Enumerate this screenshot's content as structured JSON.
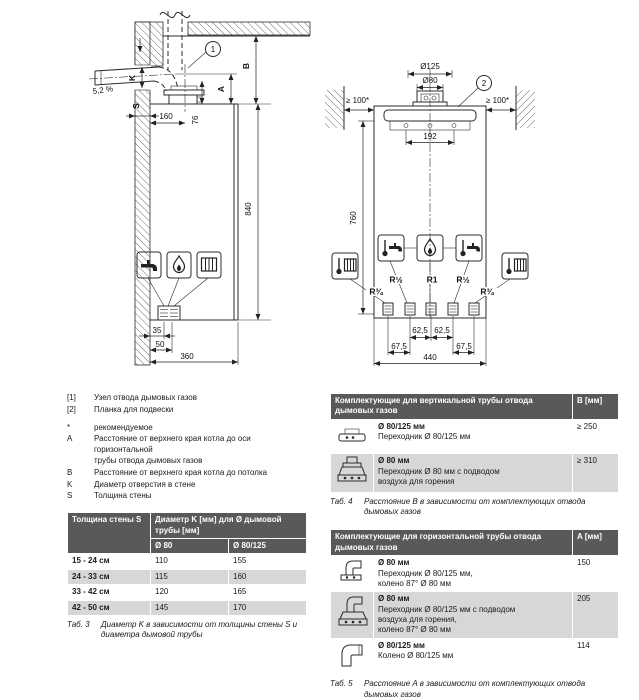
{
  "legend": {
    "items": [
      {
        "key": "[1]",
        "text": "Узел отвода дымовых газов"
      },
      {
        "key": "[2]",
        "text": "Планка для подвески"
      },
      {
        "key": "*",
        "text": "рекомендуемое"
      },
      {
        "key": "A",
        "text": "Расстояние от верхнего края котла до оси горизонтальной\nтрубы отвода дымовых газов"
      },
      {
        "key": "B",
        "text": "Расстояние от верхнего края котла до потолка"
      },
      {
        "key": "K",
        "text": "Диаметр отверстия в стене"
      },
      {
        "key": "S",
        "text": "Толщина стены"
      }
    ]
  },
  "table3": {
    "col1_header": "Толщина стены S",
    "span_header": "Диаметр K [мм] для Ø дымовой трубы [мм]",
    "sub_headers": [
      "Ø 80",
      "Ø 80/125"
    ],
    "rows": [
      [
        "15 - 24 см",
        "110",
        "155"
      ],
      [
        "24 - 33 см",
        "115",
        "160"
      ],
      [
        "33 - 42 см",
        "120",
        "165"
      ],
      [
        "42 - 50 см",
        "145",
        "170"
      ]
    ],
    "caption_no": "Таб. 3",
    "caption": "Диаметр K в зависимости от толщины стены S и диаметра дымовой трубы"
  },
  "table4": {
    "title": "Комплектующие для вертикальной трубы отвода дымовых газов",
    "value_header": "B [мм]",
    "rows": [
      {
        "icon": "flue-adapter-80-125-icon",
        "name": "Ø 80/125 мм",
        "desc": "Переходник Ø 80/125 мм",
        "value": "≥ 250"
      },
      {
        "icon": "flue-adapter-80-air-icon",
        "name": "Ø 80 мм",
        "desc": "Переходник Ø 80 мм с подводом\nвоздуха для горения",
        "value": "≥ 310"
      }
    ],
    "caption_no": "Таб. 4",
    "caption": "Расстояние B в зависимости от комплектующих отвода дымовых газов"
  },
  "table5": {
    "title": "Комплектующие для горизонтальной трубы отвода дымовых газов",
    "value_header": "A [мм]",
    "rows": [
      {
        "icon": "elbow-adapter-80-125-icon",
        "name": "Ø 80 мм",
        "desc": "Переходник Ø 80/125 мм,\nколено 87° Ø 80 мм",
        "value": "150"
      },
      {
        "icon": "elbow-adapter-80-air-icon",
        "name": "Ø 80 мм",
        "desc": "Переходник Ø 80/125 мм с подводом\nвоздуха для горения,\nколено 87° Ø 80 мм",
        "value": "205"
      },
      {
        "icon": "elbow-80-125-icon",
        "name": "Ø 80/125 мм",
        "desc": "Колено Ø 80/125 мм",
        "value": "114"
      }
    ],
    "caption_no": "Таб. 5",
    "caption": "Расстояние A в зависимости от комплектующих отвода дымовых газов"
  },
  "diagram_left": {
    "callout_1": "1",
    "slope": "5,2 %",
    "dims": {
      "d160": "160",
      "d76": "76",
      "d840": "840",
      "d35": "35",
      "d50": "50",
      "d360": "360"
    },
    "letters": {
      "a": "A",
      "b": "B",
      "k": "K",
      "s": "S"
    },
    "icons": [
      "tap-icon",
      "flame-icon",
      "radiator-icon",
      "connection-block-icon"
    ]
  },
  "diagram_right": {
    "callout_2": "2",
    "dims": {
      "d125": "Ø125",
      "d80": "Ø80",
      "clearance_left": "≥ 100*",
      "clearance_right": "≥ 100*",
      "d192": "192",
      "d760": "760",
      "d62_5_left": "62,5",
      "d62_5_right": "62,5",
      "d67_5_left": "67,5",
      "d67_5_right": "67,5",
      "d440": "440"
    },
    "connections": {
      "r34_left": "R¾",
      "r12_left": "R½",
      "r1": "R1",
      "r12_right": "R½",
      "r34_right": "R¾"
    },
    "icons": [
      "thermo-radiator-icon",
      "thermo-tap-icon",
      "flame-icon",
      "thermo-tap-icon",
      "thermo-radiator-icon"
    ]
  },
  "colors": {
    "table_header_bg": "#58595b",
    "table_row_alt_bg": "#d6d7d8",
    "line": "#2b2b2b"
  }
}
